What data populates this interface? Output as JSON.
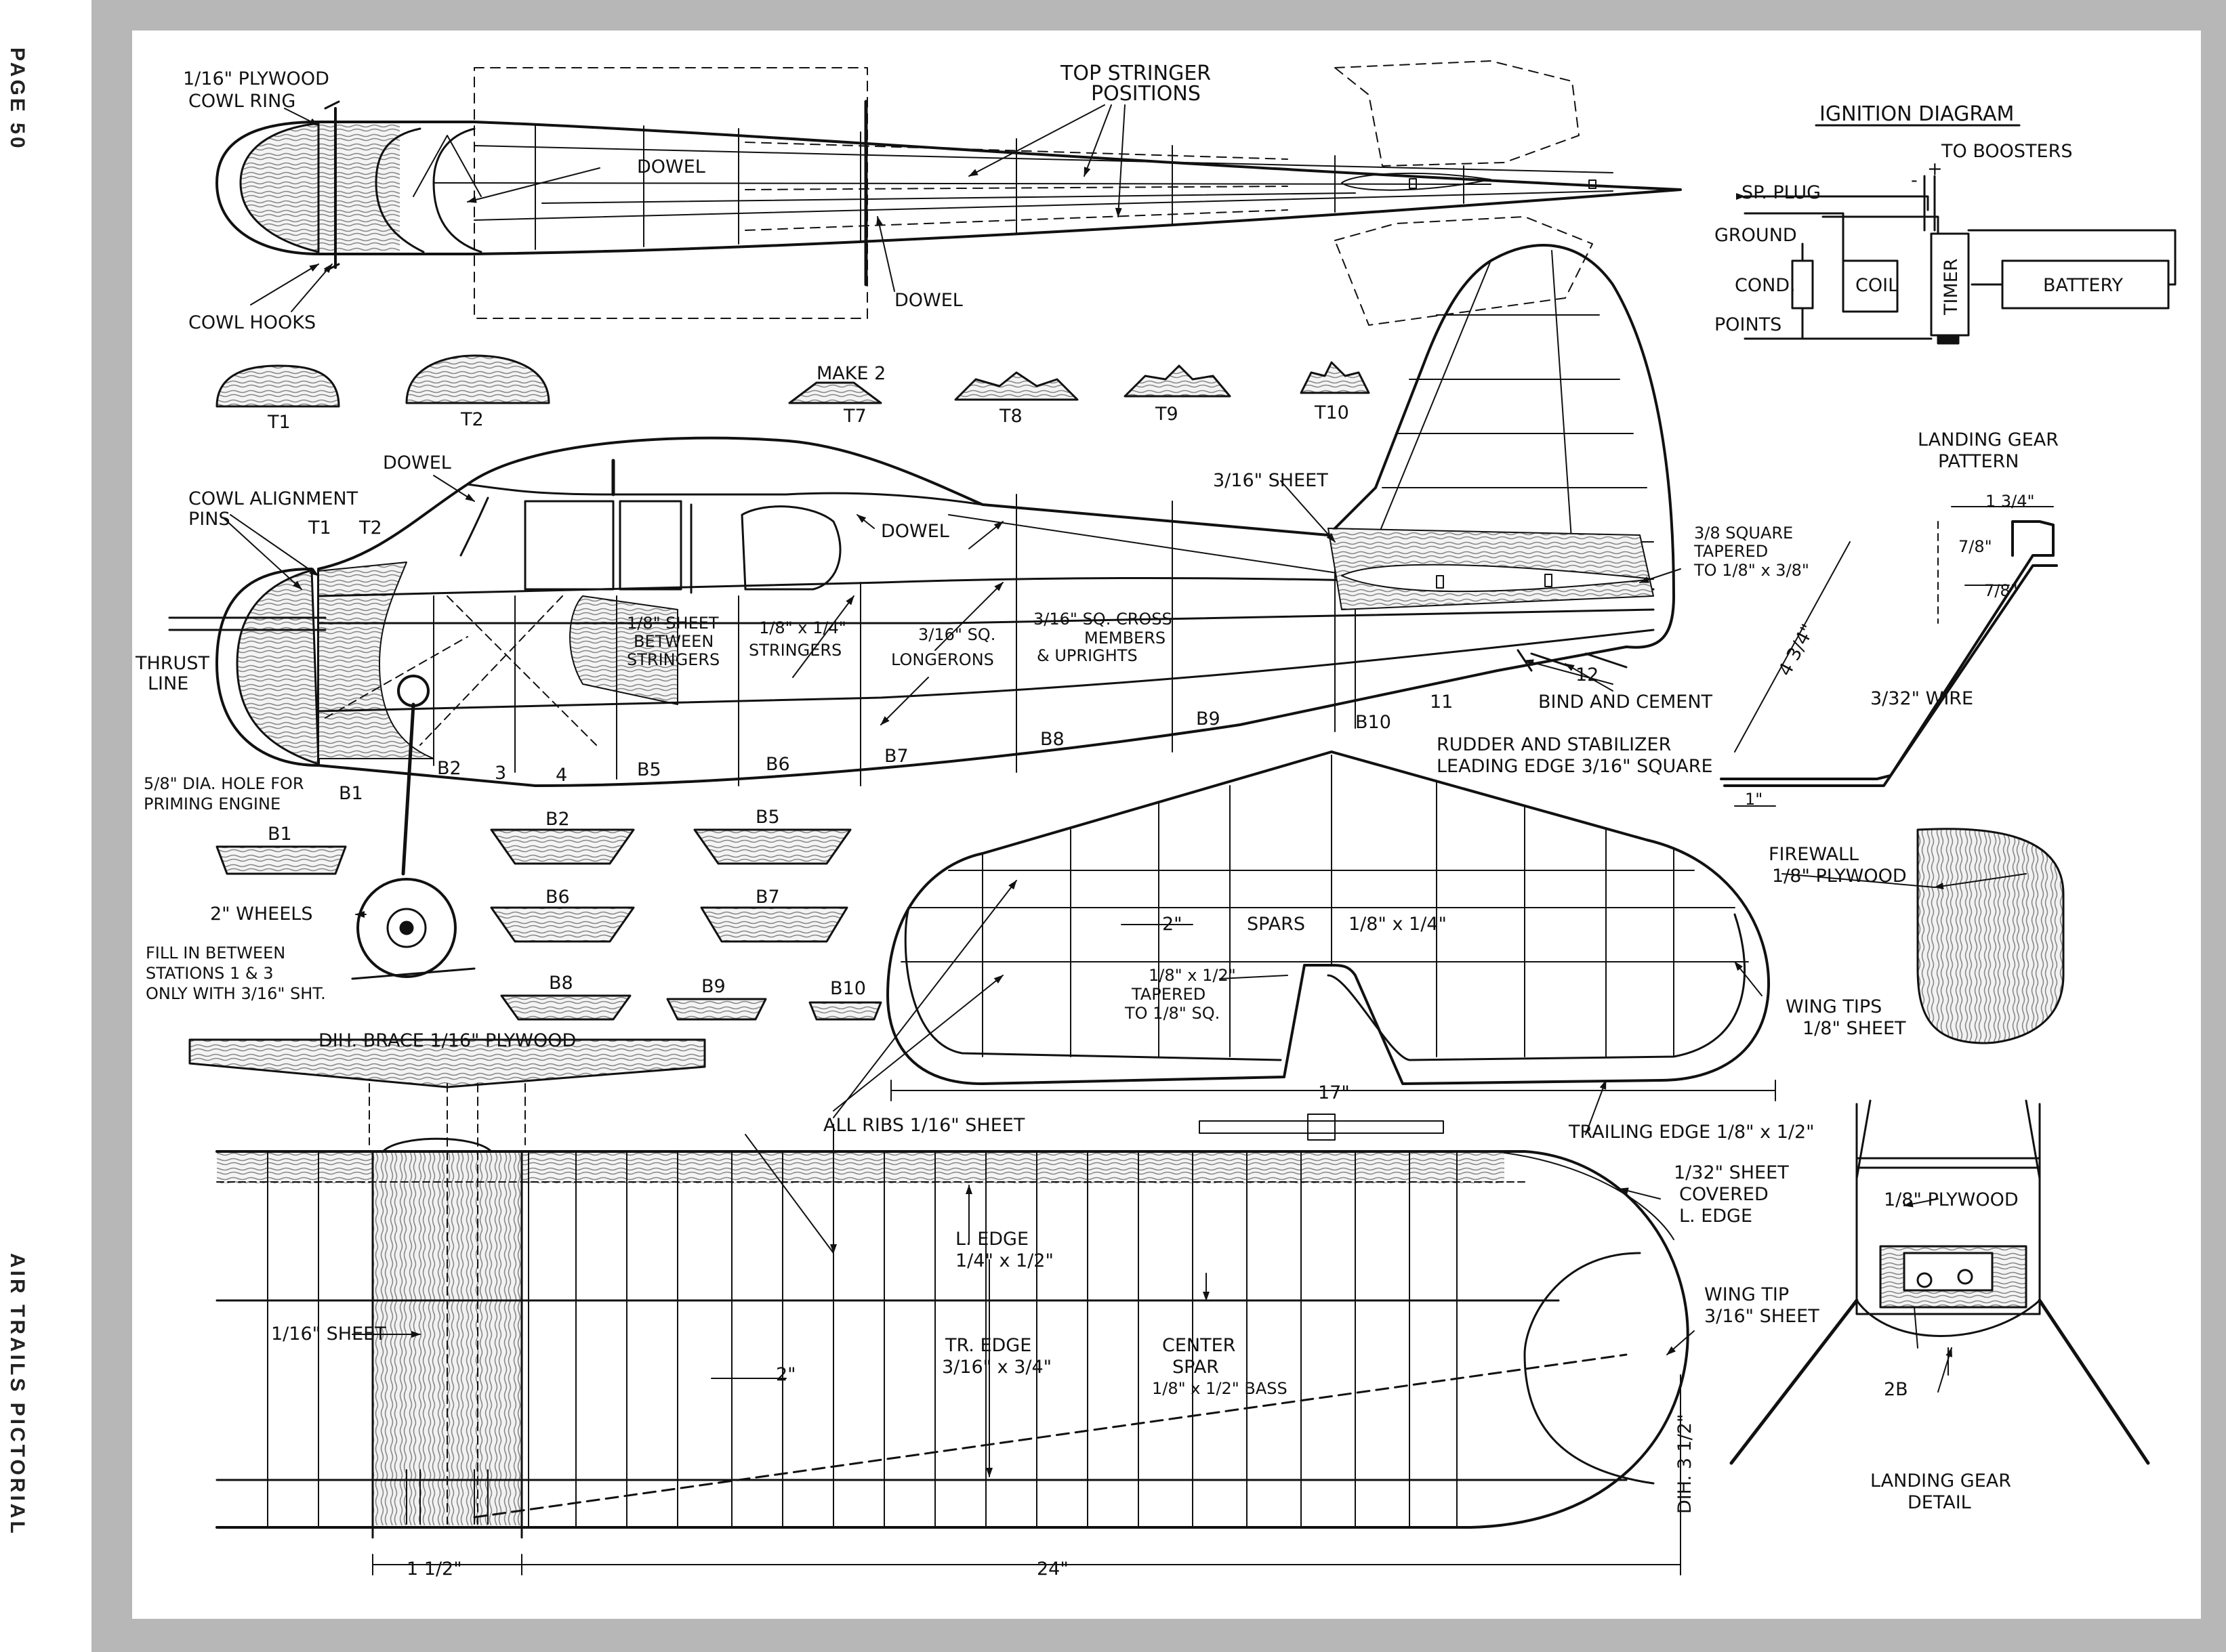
{
  "margin": {
    "page": "PAGE 50",
    "magazine": "AIR TRAILS PICTORIAL"
  },
  "colors": {
    "paper": "#ffffff",
    "border": "#b7b7b7",
    "ink": "#111111",
    "wood": "#8a8a8a"
  },
  "fuselage_top": {
    "cowl_ring": [
      "1/16\" PLYWOOD",
      "COWL RING"
    ],
    "cowl_hooks": "COWL HOOKS",
    "dowel_1": "DOWEL",
    "dowel_2": "DOWEL",
    "top_stringer": [
      "TOP STRINGER",
      "POSITIONS"
    ]
  },
  "formers_top": [
    "T1",
    "T2",
    "T7",
    "T8",
    "T9",
    "T10"
  ],
  "make2": "MAKE 2",
  "fuselage_side": {
    "dowel_top": "DOWEL",
    "dowel_mid": "DOWEL",
    "cowl_pins": [
      "COWL ALIGNMENT",
      "PINS"
    ],
    "t1": "T1",
    "t2": "T2",
    "thrust_line": [
      "THRUST",
      "LINE"
    ],
    "sheet_between": [
      "1/8\" SHEET",
      "BETWEEN",
      "STRINGERS"
    ],
    "stringers": [
      "1/8\" x 1/4\"",
      "STRINGERS"
    ],
    "longerons": [
      "3/16\" SQ.",
      "LONGERONS"
    ],
    "cross_members": [
      "3/16\" SQ. CROSS",
      "MEMBERS",
      "& UPRIGHTS"
    ],
    "sheet_316": "3/16\" SHEET",
    "square_tapered": [
      "3/8 SQUARE",
      "TAPERED",
      "TO 1/8\" x 3/8\""
    ],
    "bind_cement": "BIND AND CEMENT",
    "hole": [
      "5/8\" DIA. HOLE FOR",
      "PRIMING ENGINE"
    ],
    "stations": [
      "B1",
      "B2",
      "3",
      "4",
      "B5",
      "B6",
      "B7",
      "B8",
      "B9",
      "B10",
      "11",
      "12"
    ]
  },
  "formers_bottom": [
    "B1",
    "B2",
    "B5",
    "B6",
    "B7",
    "B8",
    "B9",
    "B10"
  ],
  "wheels": "2\" WHEELS",
  "fill_note": [
    "FILL IN BETWEEN",
    "STATIONS 1 & 3",
    "ONLY WITH 3/16\" SHT."
  ],
  "dih_brace": "DIH. BRACE 1/16\" PLYWOOD",
  "ignition": {
    "title": "IGNITION DIAGRAM",
    "to_boosters": "TO BOOSTERS",
    "sp_plug": "SP. PLUG",
    "ground": "GROUND",
    "cond": "COND.",
    "points": "POINTS",
    "coil": "COIL",
    "timer": "TIMER",
    "battery": "BATTERY",
    "minus": "-",
    "plus": "+"
  },
  "landing_gear_pattern": {
    "title": [
      "LANDING GEAR",
      "PATTERN"
    ],
    "top_dim": "1 3/4\"",
    "dim_78_a": "7/8\"",
    "dim_78_b": "7/8\"",
    "height": "4 3/4\"",
    "wire": "3/32\" WIRE",
    "base": "1\""
  },
  "stabilizer": {
    "title": [
      "RUDDER AND STABILIZER",
      "LEADING EDGE 3/16\" SQUARE"
    ],
    "dim_2": "2\"",
    "spars": "SPARS",
    "spar_size": "1/8\" x 1/4\"",
    "tapered": [
      "1/8\" x 1/2\"",
      "TAPERED",
      "TO 1/8\" SQ."
    ],
    "span": "17\"",
    "trailing_edge": "TRAILING EDGE 1/8\" x 1/2\"",
    "wing_tips": [
      "WING TIPS",
      "1/8\" SHEET"
    ]
  },
  "firewall": [
    "FIREWALL",
    "1/8\" PLYWOOD"
  ],
  "wing": {
    "all_ribs": "ALL RIBS 1/16\" SHEET",
    "covered": [
      "1/32\" SHEET",
      "COVERED",
      "L. EDGE"
    ],
    "l_edge": [
      "L. EDGE",
      "1/4\" x 1/2\""
    ],
    "tr_edge": [
      "TR. EDGE",
      "3/16\" x 3/4\""
    ],
    "center_spar": [
      "CENTER",
      "SPAR",
      "1/8\" x 1/2\" BASS"
    ],
    "sheet": "1/16\" SHEET",
    "dim_2": "2\"",
    "wing_tip": [
      "WING TIP",
      "3/16\" SHEET"
    ],
    "dih": "DIH. 3 1/2\"",
    "dim_12": "1 1/2\"",
    "span": "24\""
  },
  "landing_gear_detail": {
    "plywood": "1/8\" PLYWOOD",
    "label_2b": "2B",
    "title": [
      "LANDING GEAR",
      "DETAIL"
    ]
  }
}
